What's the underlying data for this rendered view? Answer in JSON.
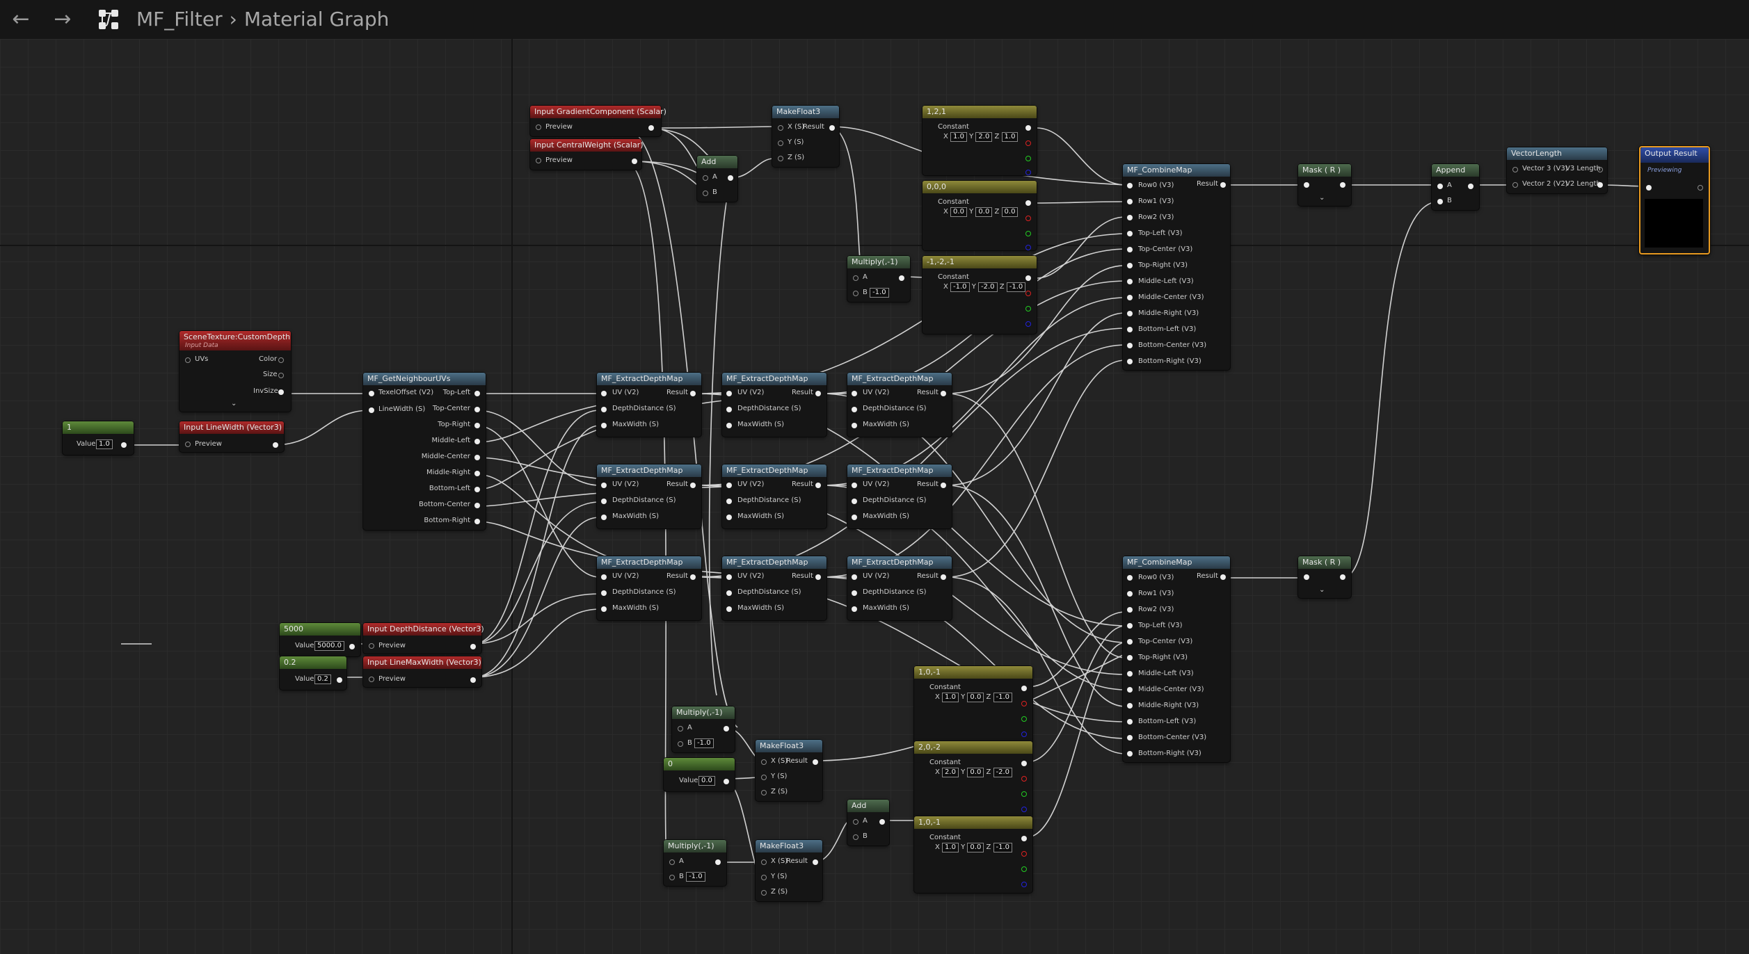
{
  "toolbar": {
    "back_icon": "arrow-left-icon",
    "forward_icon": "arrow-right-icon",
    "graph_icon": "material-graph-icon",
    "asset_name": "MF_Filter",
    "separator": "›",
    "graph_name": "Material Graph"
  },
  "nodes": {
    "gradient": {
      "title": "Input GradientComponent (Scalar)",
      "preview": "Preview"
    },
    "central": {
      "title": "Input CentralWeight (Scalar)",
      "preview": "Preview"
    },
    "add1": {
      "title": "Add",
      "a": "A",
      "b": "B"
    },
    "makefloat_top": {
      "title": "MakeFloat3",
      "x": "X (S)",
      "y": "Y (S)",
      "z": "Z (S)",
      "result": "Result"
    },
    "c121": {
      "title": "1,2,1",
      "label": "Constant",
      "x": "1.0",
      "y": "2.0",
      "z": "1.0"
    },
    "c000": {
      "title": "0,0,0",
      "label": "Constant",
      "x": "0.0",
      "y": "0.0",
      "z": "0.0"
    },
    "mult_top": {
      "title": "Multiply(,-1)",
      "a": "A",
      "b": "B",
      "b_value": "-1.0"
    },
    "cm1m2m1": {
      "title": "-1,-2,-1",
      "label": "Constant",
      "x": "-1.0",
      "y": "-2.0",
      "z": "-1.0"
    },
    "combine_top": {
      "title": "MF_CombineMap",
      "result": "Result",
      "pins": [
        "Row0 (V3)",
        "Row1 (V3)",
        "Row2 (V3)",
        "Top-Left (V3)",
        "Top-Center (V3)",
        "Top-Right (V3)",
        "Middle-Left (V3)",
        "Middle-Center (V3)",
        "Middle-Right (V3)",
        "Bottom-Left (V3)",
        "Bottom-Center (V3)",
        "Bottom-Right (V3)"
      ]
    },
    "mask_top": {
      "title": "Mask ( R )"
    },
    "append": {
      "title": "Append",
      "a": "A",
      "b": "B"
    },
    "vectorlength": {
      "title": "VectorLength",
      "in1": "Vector 3 (V3)",
      "out1": "V3 Length",
      "in2": "Vector 2 (V2)",
      "out2": "V2 Length"
    },
    "output": {
      "title": "Output Result",
      "sub": "Previewing"
    },
    "scenetex": {
      "title": "SceneTexture:CustomDepth",
      "sub": "Input Data",
      "uvs": "UVs",
      "color": "Color",
      "size": "Size",
      "invsize": "InvSize"
    },
    "scalar1": {
      "title": "1",
      "label": "Value",
      "value": "1.0"
    },
    "linewidth": {
      "title": "Input LineWidth (Vector3)",
      "preview": "Preview"
    },
    "neighbour": {
      "title": "MF_GetNeighbourUVs",
      "in1": "TexelOffset (V2)",
      "in2": "LineWidth (S)",
      "outs": [
        "Top-Left",
        "Top-Center",
        "Top-Right",
        "Middle-Left",
        "Middle-Center",
        "Middle-Right",
        "Bottom-Left",
        "Bottom-Center",
        "Bottom-Right"
      ]
    },
    "extract": {
      "title": "MF_ExtractDepthMap",
      "uv": "UV (V2)",
      "depth": "DepthDistance (S)",
      "maxw": "MaxWidth (S)",
      "result": "Result"
    },
    "scalar5000": {
      "title": "5000",
      "label": "Value",
      "value": "5000.0"
    },
    "depthdist": {
      "title": "Input DepthDistance (Vector3)",
      "preview": "Preview"
    },
    "scalar02": {
      "title": "0.2",
      "label": "Value",
      "value": "0.2"
    },
    "linemaxw": {
      "title": "Input LineMaxWidth (Vector3)",
      "preview": "Preview"
    },
    "combine_bot": {
      "title": "MF_CombineMap",
      "result": "Result"
    },
    "mask_bot": {
      "title": "Mask ( R )"
    },
    "c10m1a": {
      "title": "1,0,-1",
      "label": "Constant",
      "x": "1.0",
      "y": "0.0",
      "z": "-1.0"
    },
    "c20m2": {
      "title": "2,0,-2",
      "label": "Constant",
      "x": "2.0",
      "y": "0.0",
      "z": "-2.0"
    },
    "c10m1b": {
      "title": "1,0,-1",
      "label": "Constant",
      "x": "1.0",
      "y": "0.0",
      "z": "-1.0"
    },
    "mult_b1": {
      "title": "Multiply(,-1)",
      "a": "A",
      "b": "B",
      "b_value": "-1.0"
    },
    "scalar0": {
      "title": "0",
      "label": "Value",
      "value": "0.0"
    },
    "makefloat_b1": {
      "title": "MakeFloat3",
      "x": "X (S)",
      "y": "Y (S)",
      "z": "Z (S)",
      "result": "Result"
    },
    "add2": {
      "title": "Add",
      "a": "A",
      "b": "B"
    },
    "mult_b2": {
      "title": "Multiply(,-1)",
      "a": "A",
      "b": "B",
      "b_value": "-1.0"
    },
    "makefloat_b2": {
      "title": "MakeFloat3",
      "x": "X (S)",
      "y": "Y (S)",
      "z": "Z (S)",
      "result": "Result"
    }
  }
}
